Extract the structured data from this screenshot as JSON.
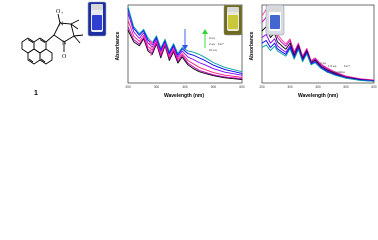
{
  "figure": {
    "compound_label": "1"
  },
  "molecule": {
    "atoms": {
      "N_top": "N",
      "O_top": "O",
      "N_bottom": "N",
      "O_bottom": "O",
      "radical_mark": "+"
    }
  },
  "chart_data": [
    {
      "type": "line",
      "xlabel": "Wavelength (nm)",
      "ylabel": "Absorbance",
      "xlim": [
        200,
        600
      ],
      "ylim": [
        0,
        1.8
      ],
      "x_ticks": [
        "200",
        "300",
        "400",
        "500",
        "600"
      ],
      "annotations": [
        "0 eq",
        "2 eq",
        "Fe³⁺",
        "10 eq"
      ],
      "grid": false,
      "series_colors": [
        "#000000",
        "#c000c0",
        "#ff2080",
        "#8000ff",
        "#0000ff",
        "#00a0a0",
        "#00a000"
      ],
      "series": [
        {
          "x": [
            200,
            220,
            240,
            255,
            270,
            285,
            300,
            315,
            330,
            345,
            360,
            375,
            390,
            410,
            430,
            450,
            470,
            500,
            540,
            600
          ],
          "y": [
            1.22,
            0.95,
            0.86,
            1.02,
            0.74,
            0.66,
            0.9,
            0.58,
            0.86,
            0.52,
            0.72,
            0.46,
            0.6,
            0.42,
            0.33,
            0.26,
            0.22,
            0.17,
            0.12,
            0.08
          ]
        },
        {
          "x": [
            200,
            220,
            240,
            255,
            270,
            285,
            300,
            315,
            330,
            345,
            360,
            375,
            390,
            410,
            430,
            450,
            470,
            500,
            540,
            600
          ],
          "y": [
            1.3,
            1.0,
            0.9,
            1.05,
            0.78,
            0.7,
            0.93,
            0.62,
            0.89,
            0.56,
            0.75,
            0.5,
            0.64,
            0.46,
            0.37,
            0.29,
            0.25,
            0.19,
            0.14,
            0.1
          ]
        },
        {
          "x": [
            200,
            220,
            240,
            255,
            270,
            285,
            300,
            315,
            330,
            345,
            360,
            375,
            390,
            410,
            430,
            450,
            470,
            500,
            540,
            600
          ],
          "y": [
            1.45,
            1.08,
            0.96,
            1.1,
            0.84,
            0.76,
            0.97,
            0.67,
            0.92,
            0.61,
            0.79,
            0.55,
            0.68,
            0.52,
            0.44,
            0.36,
            0.31,
            0.24,
            0.18,
            0.13
          ]
        },
        {
          "x": [
            200,
            220,
            240,
            255,
            270,
            285,
            300,
            315,
            330,
            345,
            360,
            375,
            390,
            410,
            430,
            450,
            470,
            500,
            540,
            600
          ],
          "y": [
            1.62,
            1.18,
            1.03,
            1.16,
            0.92,
            0.83,
            1.02,
            0.73,
            0.96,
            0.66,
            0.84,
            0.6,
            0.74,
            0.6,
            0.54,
            0.47,
            0.42,
            0.33,
            0.25,
            0.18
          ]
        },
        {
          "x": [
            200,
            220,
            240,
            255,
            270,
            285,
            300,
            315,
            330,
            345,
            360,
            375,
            390,
            410,
            430,
            450,
            470,
            500,
            540,
            600
          ],
          "y": [
            1.72,
            1.26,
            1.1,
            1.21,
            0.99,
            0.89,
            1.06,
            0.78,
            0.99,
            0.7,
            0.88,
            0.65,
            0.79,
            0.68,
            0.64,
            0.58,
            0.52,
            0.41,
            0.31,
            0.22
          ]
        },
        {
          "x": [
            200,
            220,
            240,
            255,
            270,
            285,
            300,
            315,
            330,
            345,
            360,
            375,
            390,
            410,
            430,
            450,
            470,
            500,
            540,
            600
          ],
          "y": [
            1.76,
            1.3,
            1.14,
            1.24,
            1.04,
            0.93,
            1.09,
            0.81,
            1.01,
            0.73,
            0.91,
            0.68,
            0.82,
            0.74,
            0.71,
            0.66,
            0.59,
            0.47,
            0.36,
            0.26
          ]
        }
      ]
    },
    {
      "type": "line",
      "xlabel": "Wavelength (nm)",
      "ylabel": "Absorbance",
      "xlim": [
        200,
        600
      ],
      "ylim": [
        0,
        1.8
      ],
      "x_ticks": [
        "200",
        "300",
        "400",
        "500",
        "600"
      ],
      "annotations": [
        "0 eq",
        "1.5 eq",
        "2,2-bipyridine",
        "Fe³⁺"
      ],
      "grid": false,
      "series_colors": [
        "#ff40a0",
        "#c000c0",
        "#000000",
        "#8000ff",
        "#0000ff",
        "#00a0a0"
      ],
      "series": [
        {
          "x": [
            200,
            215,
            230,
            245,
            255,
            270,
            285,
            300,
            315,
            330,
            345,
            360,
            375,
            390,
            410,
            430,
            460,
            500,
            550,
            600
          ],
          "y": [
            1.55,
            1.7,
            1.35,
            1.45,
            1.12,
            1.0,
            0.9,
            1.02,
            0.72,
            0.92,
            0.62,
            0.8,
            0.52,
            0.58,
            0.44,
            0.36,
            0.26,
            0.16,
            0.1,
            0.07
          ]
        },
        {
          "x": [
            200,
            215,
            230,
            245,
            255,
            270,
            285,
            300,
            315,
            330,
            345,
            360,
            375,
            390,
            410,
            430,
            460,
            500,
            550,
            600
          ],
          "y": [
            1.4,
            1.52,
            1.22,
            1.32,
            1.05,
            0.94,
            0.85,
            0.98,
            0.69,
            0.9,
            0.6,
            0.78,
            0.5,
            0.56,
            0.42,
            0.34,
            0.24,
            0.15,
            0.09,
            0.06
          ]
        },
        {
          "x": [
            200,
            215,
            230,
            245,
            255,
            270,
            285,
            300,
            315,
            330,
            345,
            360,
            375,
            390,
            410,
            430,
            460,
            500,
            550,
            600
          ],
          "y": [
            1.2,
            1.3,
            1.05,
            1.15,
            0.95,
            0.86,
            0.78,
            0.92,
            0.64,
            0.86,
            0.56,
            0.74,
            0.47,
            0.53,
            0.39,
            0.31,
            0.22,
            0.13,
            0.08,
            0.05
          ]
        },
        {
          "x": [
            200,
            215,
            230,
            245,
            255,
            270,
            285,
            300,
            315,
            330,
            345,
            360,
            375,
            390,
            410,
            430,
            460,
            500,
            550,
            600
          ],
          "y": [
            1.05,
            1.12,
            0.92,
            1.02,
            0.86,
            0.78,
            0.71,
            0.86,
            0.6,
            0.82,
            0.53,
            0.71,
            0.45,
            0.5,
            0.37,
            0.29,
            0.2,
            0.12,
            0.07,
            0.05
          ]
        },
        {
          "x": [
            200,
            215,
            230,
            245,
            255,
            270,
            285,
            300,
            315,
            330,
            345,
            360,
            375,
            390,
            410,
            430,
            460,
            500,
            550,
            600
          ],
          "y": [
            0.92,
            0.98,
            0.82,
            0.92,
            0.79,
            0.72,
            0.66,
            0.82,
            0.57,
            0.79,
            0.51,
            0.69,
            0.43,
            0.48,
            0.35,
            0.27,
            0.19,
            0.11,
            0.07,
            0.04
          ]
        },
        {
          "x": [
            200,
            215,
            230,
            245,
            255,
            270,
            285,
            300,
            315,
            330,
            345,
            360,
            375,
            390,
            410,
            430,
            460,
            500,
            550,
            600
          ],
          "y": [
            0.82,
            0.88,
            0.75,
            0.85,
            0.74,
            0.68,
            0.62,
            0.79,
            0.55,
            0.77,
            0.49,
            0.67,
            0.42,
            0.47,
            0.34,
            0.26,
            0.18,
            0.11,
            0.06,
            0.04
          ]
        }
      ]
    }
  ],
  "insets": [
    {
      "label": "",
      "fill_color": "#2f3fd0",
      "cap_color": "#d8d8d8"
    },
    {
      "label": "",
      "fill_color": "#c9c73a",
      "cap_color": "#d8d8d8"
    },
    {
      "label": "",
      "fill_color": "#4466d0",
      "cap_color": "#d8d8d8"
    }
  ],
  "arrows": [
    {
      "color": "#2d52ff",
      "direction": "down"
    },
    {
      "color": "#2fd52f",
      "direction": "up"
    },
    {
      "color": "#ff4fb3",
      "direction": "up"
    }
  ]
}
